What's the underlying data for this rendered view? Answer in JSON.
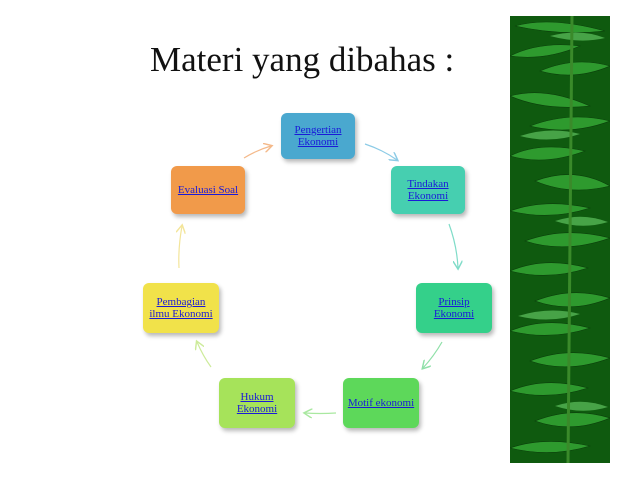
{
  "slide": {
    "title": "Materi yang dibahas :"
  },
  "diagram": {
    "nodes": [
      {
        "id": "pengertian",
        "label": "Pengertian Ekonomi",
        "color": "#4aa8cf"
      },
      {
        "id": "tindakan",
        "label": "Tindakan Ekonomi",
        "color": "#46cfb0"
      },
      {
        "id": "prinsip",
        "label": "Prinsip Ekonomi",
        "color": "#34d08a"
      },
      {
        "id": "motif",
        "label": "Motif ekonomi",
        "color": "#5dd85a"
      },
      {
        "id": "hukum",
        "label": "Hukum Ekonomi",
        "color": "#a6e35a"
      },
      {
        "id": "pembagian",
        "label": "Pembagian ilmu Ekonomi",
        "color": "#f1e24a"
      },
      {
        "id": "evaluasi",
        "label": "Evaluasi Soal",
        "color": "#f19a4a"
      }
    ],
    "link_color": "#1a1ad8"
  },
  "decoration": {
    "bamboo_color": "#1e7a1e"
  }
}
